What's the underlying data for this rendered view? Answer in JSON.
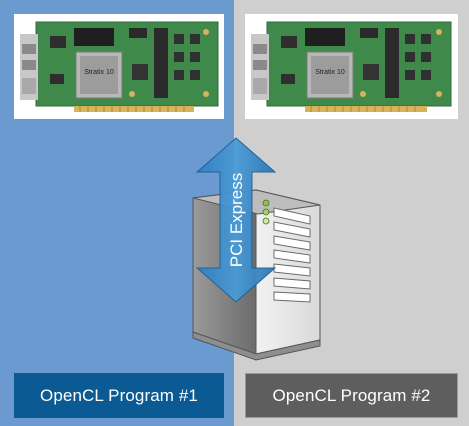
{
  "diagram": {
    "left_panel": {
      "fpga_chip_label": "Stratix 10",
      "program_label": "OpenCL Program #1",
      "background_color": "#6b9ad0",
      "label_color": "#0b5a93"
    },
    "right_panel": {
      "fpga_chip_label": "Stratix 10",
      "program_label": "OpenCL Program #2",
      "background_color": "#cfcfcf",
      "label_color": "#5e5e5e"
    },
    "connection": {
      "label": "PCI Express",
      "arrow_color": "#3a87c8"
    },
    "host": {
      "icon": "server-tower-icon"
    }
  }
}
